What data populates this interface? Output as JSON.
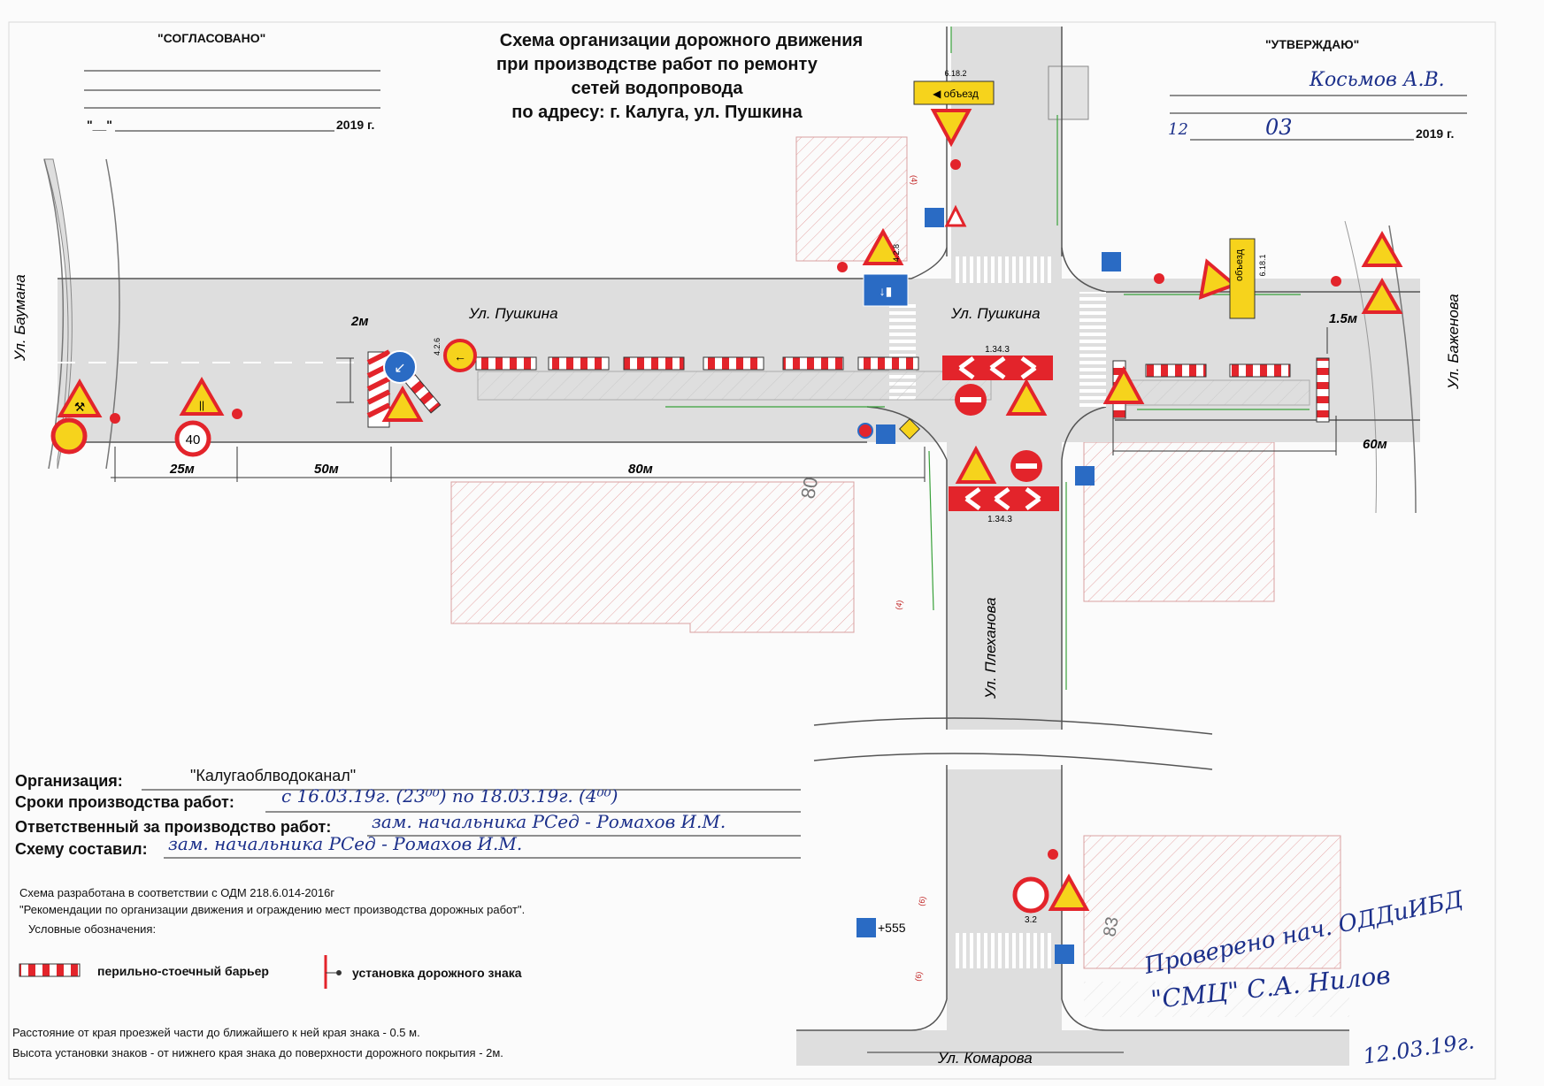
{
  "approval_left": {
    "label": "\"СОГЛАСОВАНО\"",
    "date_prefix": "\"__\"",
    "year": "2019 г."
  },
  "approval_right": {
    "label": "\"УТВЕРЖДАЮ\"",
    "signer": "Косьмов А.В.",
    "day": "12",
    "month": "03",
    "year": "2019 г."
  },
  "title": {
    "line1": "Схема организации дорожного движения",
    "line2": "при производстве  работ по ремонту",
    "line3": "сетей водопровода",
    "line4": "по адресу: г. Калуга, ул. Пушкина"
  },
  "streets": {
    "baumana": "Ул. Баумана",
    "pushkina_west": "Ул. Пушкина",
    "pushkina_east": "Ул. Пушкина",
    "bazhenova": "Ул. Баженова",
    "plekhanova": "Ул. Плеханова",
    "komarova": "Ул. Комарова"
  },
  "dimensions": {
    "lane_width_left": "2м",
    "lane_width_right": "1.5м",
    "d25": "25м",
    "d50": "50м",
    "d80": "80м",
    "d60": "60м"
  },
  "signs": {
    "speed_limit": "40",
    "detour": "объезд",
    "detour_code": "6.18.1",
    "sign_6182": "6.18.2",
    "marking_1343_top": "1.34.3",
    "marking_1343_bottom": "1.34.3",
    "sign_32": "3.2",
    "sign_428": "4.2.8",
    "sign_426": "4.2.6",
    "sign_41": "(4)",
    "sign_41b": "(4)",
    "sign_6": "(6)",
    "sign_6b": "(6)",
    "label_555": "+555"
  },
  "buildings": {
    "b80": "80",
    "b83": "83"
  },
  "footer": {
    "org_label": "Организация:",
    "org_value": "\"Калугаоблводоканал\"",
    "period_label": "Сроки производства работ:",
    "period_value": "с 16.03.19г. (23⁰⁰) по 18.03.19г. (4⁰⁰)",
    "responsible_label": "Ответственный за производство работ:",
    "responsible_value": "зам. начальника РСед - Ромахов И.М.",
    "author_label": "Схему составил:",
    "author_value": "зам. начальника РСед - Ромахов И.М.",
    "norm1": "Схема разработана в соответствии с ОДМ 218.6.014-2016г",
    "norm2": "\"Рекомендации по организации движения и ограждению мест производства дорожных работ\".",
    "legend_title": "Условные обозначения:",
    "legend_barrier": "перильно-стоечный барьер",
    "legend_sign": "установка дорожного знака",
    "note1": "Расстояние от края проезжей части до ближайшего к ней края знака - 0.5 м.",
    "note2": "Высота установки знаков -  от нижнего края знака до поверхности дорожного покрытия - 2м."
  },
  "inspector_note": {
    "line1": "Проверено нач. ОДДиИБД",
    "line2": "\"СМЦ\" С.А. Нилов",
    "date": "12.03.19г."
  }
}
